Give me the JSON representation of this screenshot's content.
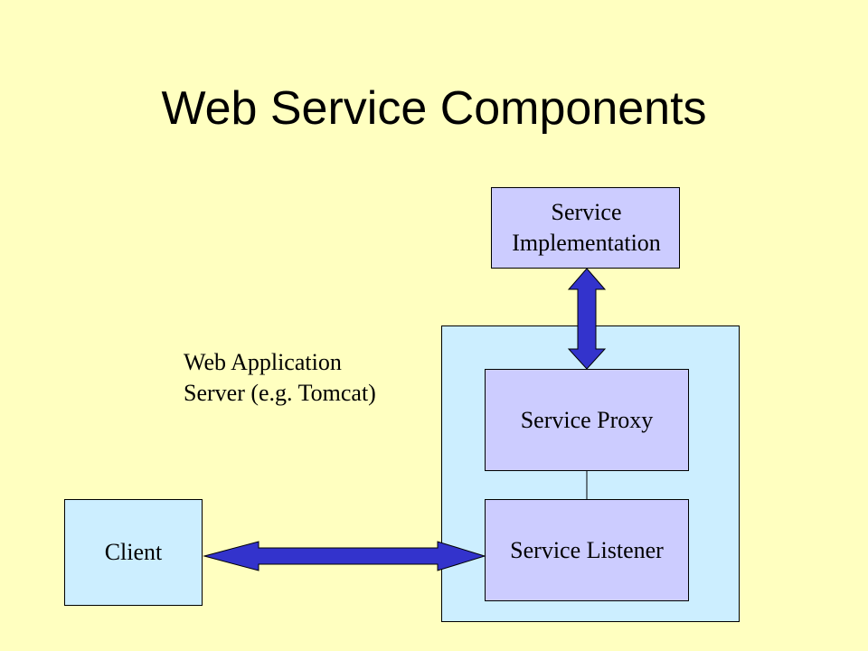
{
  "slide": {
    "title": "Web Service Components"
  },
  "diagram": {
    "implementation": {
      "line1": "Service",
      "line2": "Implementation"
    },
    "server_label": {
      "line1": "Web Application",
      "line2": "Server (e.g. Tomcat)"
    },
    "proxy": {
      "label": "Service Proxy"
    },
    "listener": {
      "label": "Service Listener"
    },
    "client": {
      "label": "Client"
    }
  },
  "colors": {
    "background": "#ffffc0",
    "server_fill": "#cceeff",
    "component_fill": "#ccccff",
    "arrow_fill": "#3333cc"
  }
}
